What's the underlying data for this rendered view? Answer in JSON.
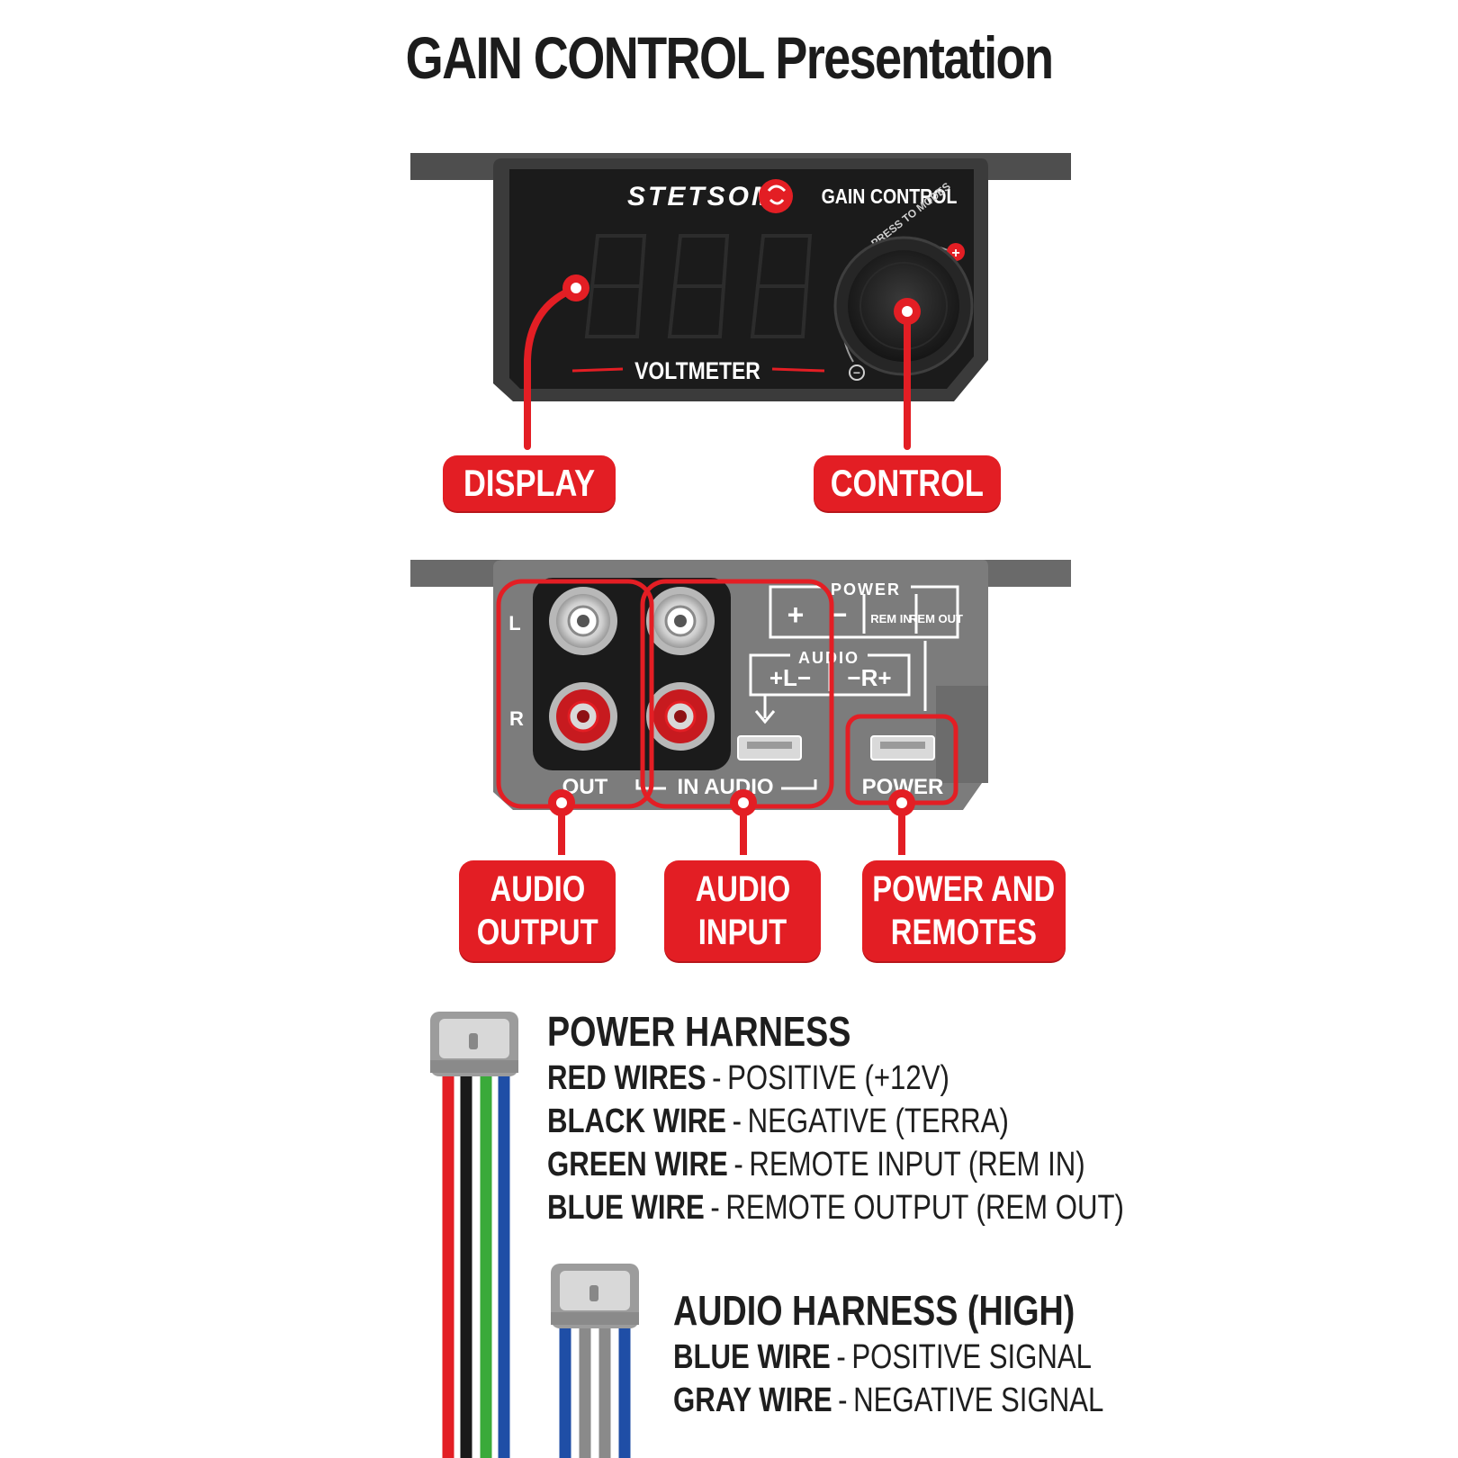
{
  "title": "GAIN CONTROL Presentation",
  "device_front": {
    "brand": "STETSOM",
    "model_label": "GAIN CONTROL",
    "display_caption": "VOLTMETER",
    "knob_hint": "PRESS TO MODES",
    "knob_plus": "+",
    "knob_minus": "−"
  },
  "device_back": {
    "left_label": "L",
    "right_label": "R",
    "out_label": "OUT",
    "in_audio_label": "IN AUDIO",
    "power_group_label": "POWER",
    "power_plus": "+",
    "power_minus": "−",
    "rem_in": "REM IN",
    "rem_out": "REM OUT",
    "audio_group_label": "AUDIO",
    "audio_left": "+L−",
    "audio_right": "−R+",
    "power_port_label": "POWER"
  },
  "callouts": {
    "display": "DISPLAY",
    "control": "CONTROL",
    "audio_output_1": "AUDIO",
    "audio_output_2": "OUTPUT",
    "audio_input_1": "AUDIO",
    "audio_input_2": "INPUT",
    "power_1": "POWER AND",
    "power_2": "REMOTES"
  },
  "power_harness": {
    "title": "POWER HARNESS",
    "rows": [
      {
        "wire": "RED WIRES",
        "desc": "POSITIVE (+12V)",
        "color": "#e31e24"
      },
      {
        "wire": "BLACK WIRE",
        "desc": "NEGATIVE (TERRA)",
        "color": "#1a1a1a"
      },
      {
        "wire": "GREEN WIRE",
        "desc": "REMOTE INPUT (REM IN)",
        "color": "#3aaa3a"
      },
      {
        "wire": "BLUE WIRE",
        "desc": "REMOTE OUTPUT (REM OUT)",
        "color": "#1f4ea6"
      }
    ]
  },
  "audio_harness": {
    "title": "AUDIO HARNESS (HIGH)",
    "rows": [
      {
        "wire": "BLUE WIRE",
        "desc": "POSITIVE SIGNAL",
        "color": "#1f4ea6"
      },
      {
        "wire": "GRAY WIRE",
        "desc": "NEGATIVE SIGNAL",
        "color": "#8a8a8a"
      }
    ]
  },
  "colors": {
    "accent_red": "#e31e24",
    "panel_dark": "#1b1b1b",
    "bracket_gray": "#5a5a5a",
    "back_gray": "#7c7c7c"
  }
}
